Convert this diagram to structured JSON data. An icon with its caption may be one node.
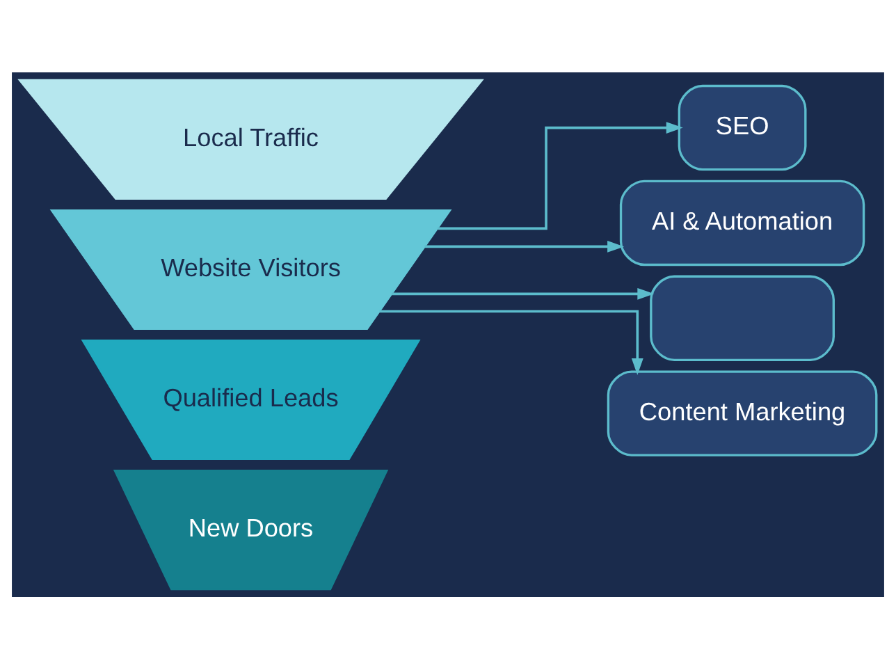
{
  "diagram": {
    "nodes": [
      {
        "text": [
          "Local Traffic"
        ]
      },
      {
        "text": [
          "Website Visitors"
        ]
      },
      {
        "text": [
          "Qualified Leads"
        ]
      },
      {
        "text": [
          "New Doors"
        ]
      },
      {
        "text": [
          "SEO"
        ]
      },
      {
        "text": [
          "AI & Automation"
        ]
      },
      {
        "text": [],
        "shape": "box"
      },
      {
        "text": [
          "Content Marketing"
        ]
      }
    ],
    "edges": [
      {
        "from": 1,
        "to": 4,
        "arrow": "to"
      },
      {
        "from": 1,
        "to": 5,
        "arrow": "to"
      },
      {
        "from": 1,
        "to": 6,
        "arrow": "to"
      },
      {
        "from": 1,
        "to": 7,
        "arrow": "to"
      }
    ]
  }
}
